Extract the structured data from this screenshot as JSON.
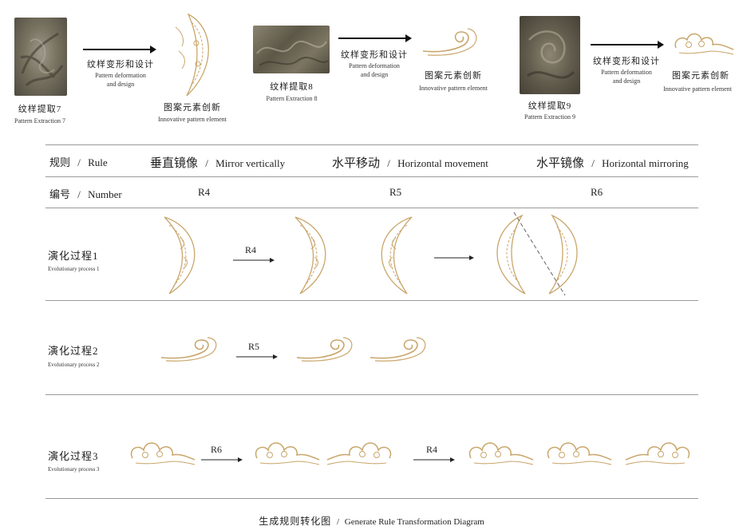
{
  "top": {
    "extractions": [
      {
        "cn": "纹样提取7",
        "en": "Pattern Extraction 7"
      },
      {
        "cn": "纹样提取8",
        "en": "Pattern Extraction 8"
      },
      {
        "cn": "纹样提取9",
        "en": "Pattern Extraction 9"
      }
    ],
    "transforms": [
      {
        "cn": "纹样变形和设计",
        "en1": "Pattern deformation",
        "en2": "and design"
      },
      {
        "cn": "纹样变形和设计",
        "en1": "Pattern deformation",
        "en2": "and design"
      },
      {
        "cn": "纹样变形和设计",
        "en1": "Pattern deformation",
        "en2": "and design"
      }
    ],
    "elements": [
      {
        "cn": "图案元素创新",
        "en": "Innovative pattern element"
      },
      {
        "cn": "图案元素创新",
        "en": "Innovative pattern element"
      },
      {
        "cn": "图案元素创新",
        "en": "Innovative pattern element"
      }
    ]
  },
  "table": {
    "rule_header": {
      "cn": "规则",
      "en": "Rule"
    },
    "rules": [
      {
        "cn": "垂直镜像",
        "en": "Mirror vertically"
      },
      {
        "cn": "水平移动",
        "en": "Horizontal movement"
      },
      {
        "cn": "水平镜像",
        "en": "Horizontal mirroring"
      }
    ],
    "number_header": {
      "cn": "编号",
      "en": "Number"
    },
    "numbers": [
      "R4",
      "R5",
      "R6"
    ],
    "separator": "/"
  },
  "processes": [
    {
      "cn": "演化过程1",
      "en": "Evolutionary process 1",
      "steps": [
        "R4"
      ]
    },
    {
      "cn": "演化过程2",
      "en": "Evolutionary process 2",
      "steps": [
        "R5"
      ]
    },
    {
      "cn": "演化过程3",
      "en": "Evolutionary process 3",
      "steps": [
        "R6",
        "R4"
      ]
    }
  ],
  "footer": {
    "cn": "生成规则转化图",
    "sep": "/",
    "en": "Generate Rule Transformation Diagram"
  },
  "colors": {
    "pattern": "#c9a66b",
    "line": "#9a9a9a",
    "photo": "#6f6a5e"
  }
}
